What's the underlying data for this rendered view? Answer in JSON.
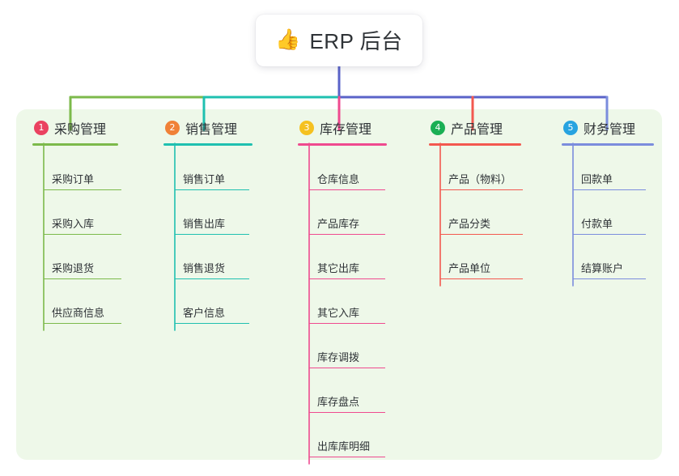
{
  "diagram": {
    "type": "mind-map",
    "root": {
      "icon": "thumbs-up-icon",
      "emoji": "👍",
      "title": "ERP 后台"
    },
    "panel_color": "#eef8e9",
    "branches": [
      {
        "number": "1",
        "title": "采购管理",
        "badge_color": "#ea4260",
        "line_color": "#7cba4b",
        "items": [
          "采购订单",
          "采购入库",
          "采购退货",
          "供应商信息"
        ]
      },
      {
        "number": "2",
        "title": "销售管理",
        "badge_color": "#f08137",
        "line_color": "#1fc0b0",
        "items": [
          "销售订单",
          "销售出库",
          "销售退货",
          "客户信息"
        ]
      },
      {
        "number": "3",
        "title": "库存管理",
        "badge_color": "#f5c120",
        "line_color": "#ef4a8f",
        "items": [
          "仓库信息",
          "产品库存",
          "其它出库",
          "其它入库",
          "库存调拨",
          "库存盘点",
          "出库库明细"
        ]
      },
      {
        "number": "4",
        "title": "产品管理",
        "badge_color": "#1aaf54",
        "line_color": "#f3584f",
        "items": [
          "产品（物料）",
          "产品分类",
          "产品单位"
        ]
      },
      {
        "number": "5",
        "title": "财务管理",
        "badge_color": "#27a3e0",
        "line_color": "#7b8ddd",
        "items": [
          "回款单",
          "付款单",
          "结算账户"
        ]
      }
    ],
    "bus": {
      "stem_color": "#5a63c8",
      "segment_colors": [
        "#7cba4b",
        "#1fc0b0",
        "#5a63c8"
      ],
      "drop_colors": [
        "#7cba4b",
        "#1fc0b0",
        "#ef4a8f",
        "#f3584f",
        "#7b8ddd"
      ]
    }
  }
}
